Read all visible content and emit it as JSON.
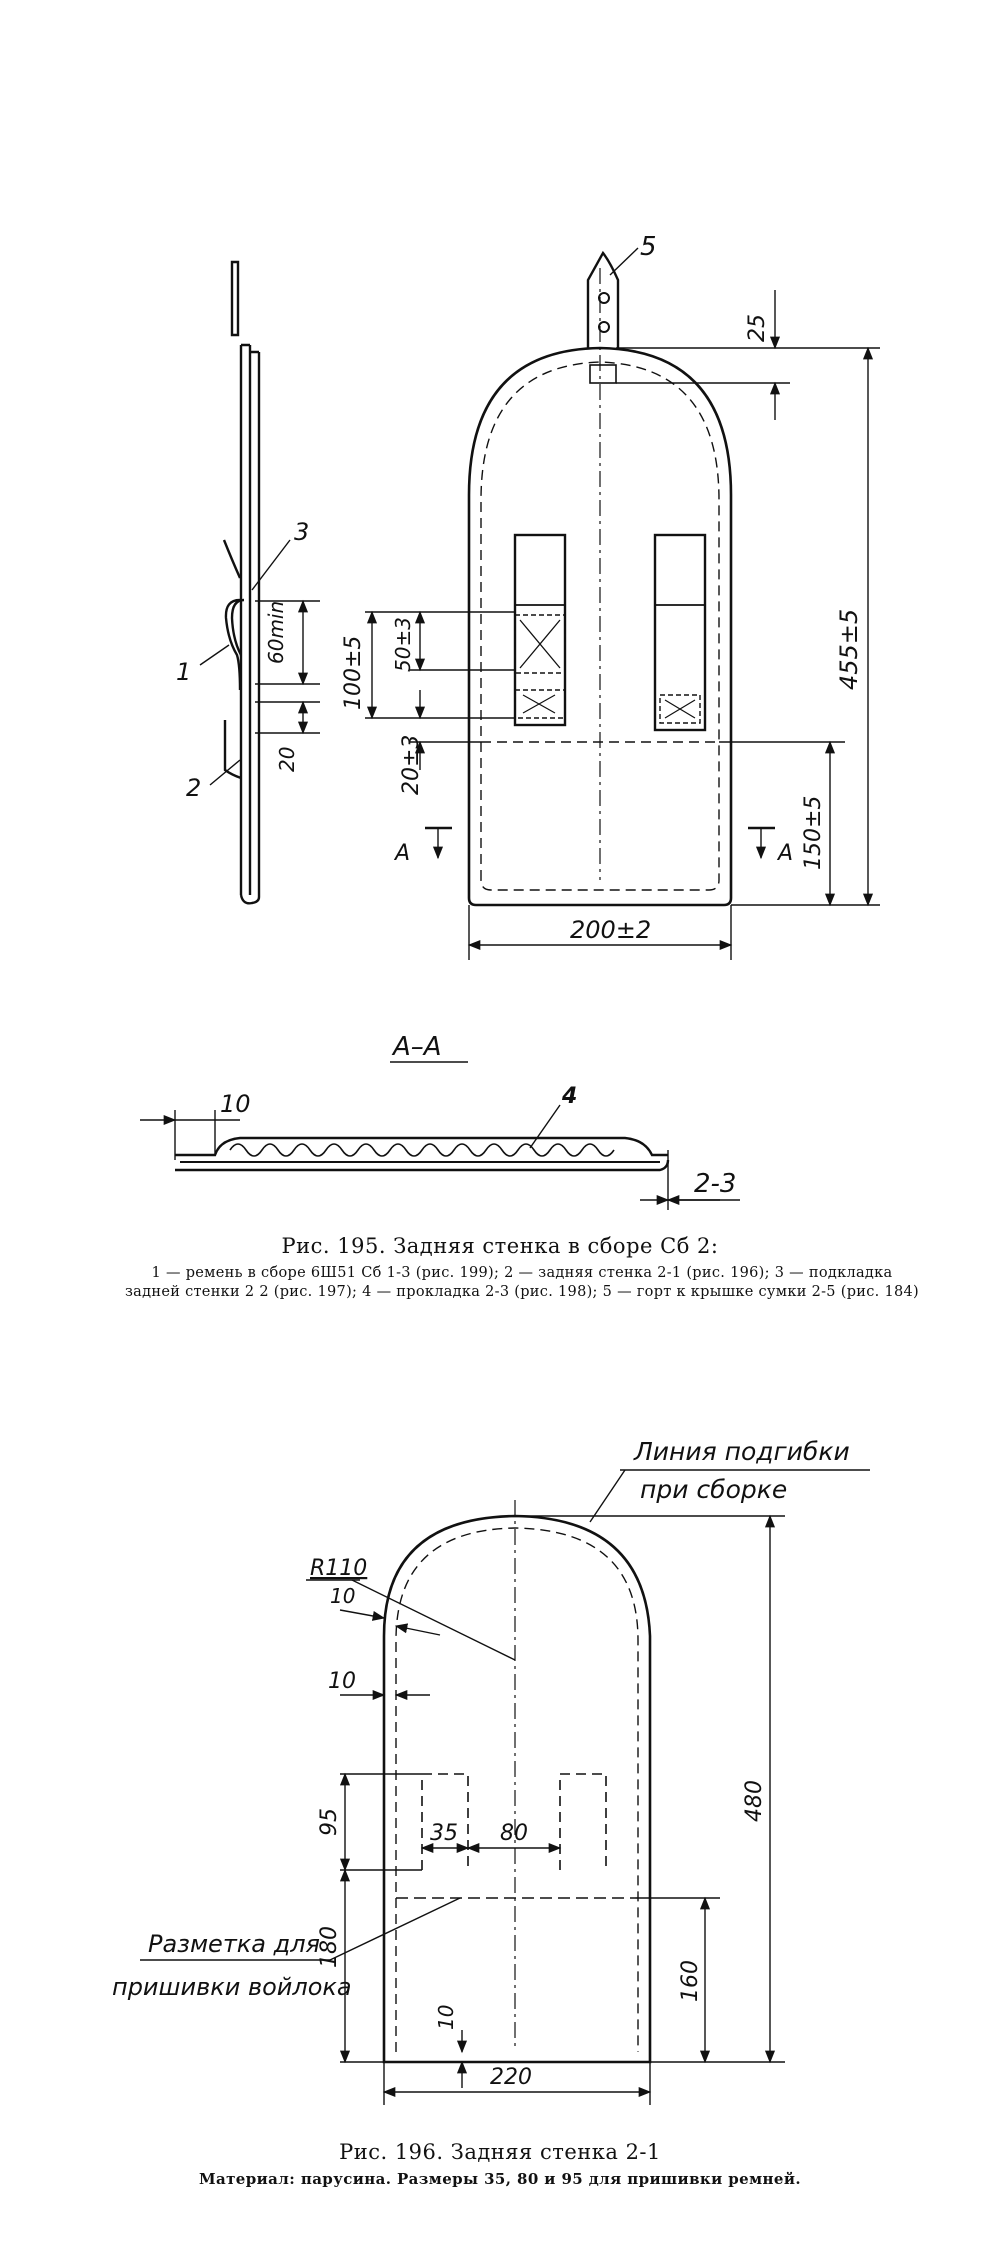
{
  "figure195": {
    "part_numbers": [
      "1",
      "2",
      "3",
      "4",
      "5"
    ],
    "dims": {
      "d25": "25",
      "d455": "455±5",
      "d60": "60min",
      "d50": "50±3",
      "d100": "100±5",
      "d20": "20",
      "d20b": "20±3",
      "d150": "150±5",
      "d200": "200±2",
      "d10": "10",
      "d23": "2-3"
    },
    "section_mark": "A",
    "section_title": "A–A",
    "caption": {
      "title": "Рис. 195. Задняя стенка в сборе Сб 2:",
      "body": "1 — ремень в сборе 6Ш51 Сб 1-3 (рис. 199); 2 — задняя стенка 2-1 (рис. 196); 3 — подкладка задней стенки 2 2 (рис. 197); 4 — прокладка 2-3 (рис. 198); 5 — горт к крышке сумки 2-5 (рис. 184)"
    }
  },
  "figure196": {
    "notes": {
      "fold_line_1": "Линия подгибки",
      "fold_line_2": "при сборке",
      "marking_1": "Разметка для",
      "marking_2": "пришивки войлока"
    },
    "dims": {
      "r110": "R110",
      "d10a": "10",
      "d10b": "10",
      "d35": "35",
      "d80": "80",
      "d95": "95",
      "d180": "180",
      "d160": "160",
      "d480": "480",
      "d10c": "10",
      "d220": "220"
    },
    "caption": {
      "title": "Рис. 196. Задняя стенка 2-1",
      "material": "Материал: парусина. Размеры 35, 80 и 95 для пришивки ремней."
    }
  }
}
